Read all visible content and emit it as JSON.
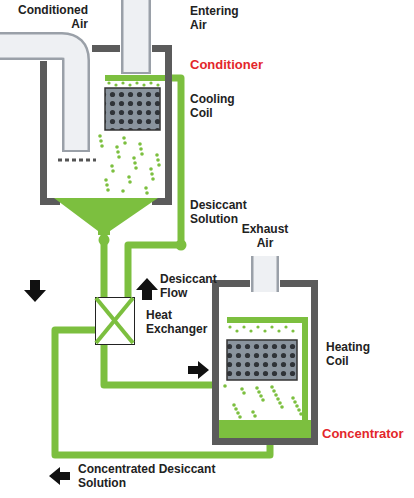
{
  "diagram": {
    "nodes": [
      {
        "text": [
          "Conditioner"
        ]
      },
      {
        "text": [
          "Heat Exchanger"
        ]
      },
      {
        "text": [
          "Concentrator"
        ]
      }
    ],
    "edges": [
      {
        "from": 0,
        "to": 1,
        "arrow": "none"
      },
      {
        "from": 1,
        "to": 2,
        "arrow": "none"
      },
      {
        "from": 2,
        "to": 1,
        "arrow": "none"
      },
      {
        "from": 1,
        "to": 0,
        "arrow": "none"
      }
    ],
    "labels": [
      "Conditioned Air",
      "Entering Air",
      "Cooling Coil",
      "Desiccant Solution",
      "Desiccant Flow",
      "Exhaust Air",
      "Heating Coil",
      "Concentrated Desiccant Solution"
    ]
  }
}
